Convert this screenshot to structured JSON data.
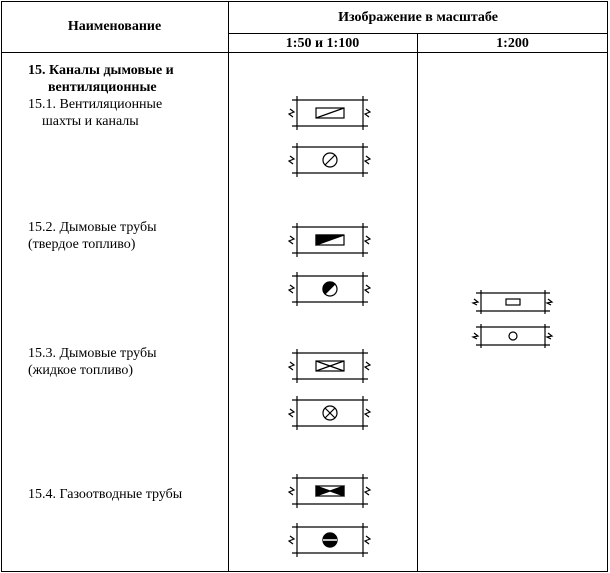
{
  "header": {
    "col_name": "Наименование",
    "col_image": "Изображение в масштабе",
    "scale_a": "1:50 и 1:100",
    "scale_b": "1:200"
  },
  "section": {
    "title_line1": "15. Каналы дымовые и",
    "title_line2": "вентиляционные"
  },
  "items": [
    {
      "line1": "15.1. Вентиляционные",
      "line2": "шахты и каналы"
    },
    {
      "line1": "15.2. Дымовые трубы",
      "line2": "(твердое топливо)"
    },
    {
      "line1": "15.3. Дымовые трубы",
      "line2": "(жидкое топливо)"
    },
    {
      "line1": "15.4. Газоотводные трубы",
      "line2": ""
    }
  ],
  "symbols": [
    "vent-shaft-rect-symbol",
    "vent-channel-round-symbol",
    "smoke-solid-rect-symbol",
    "smoke-solid-round-symbol",
    "smoke-liquid-rect-symbol",
    "smoke-liquid-round-symbol",
    "gas-flue-rect-symbol",
    "gas-flue-round-symbol",
    "scale200-rect-symbol",
    "scale200-round-symbol"
  ]
}
